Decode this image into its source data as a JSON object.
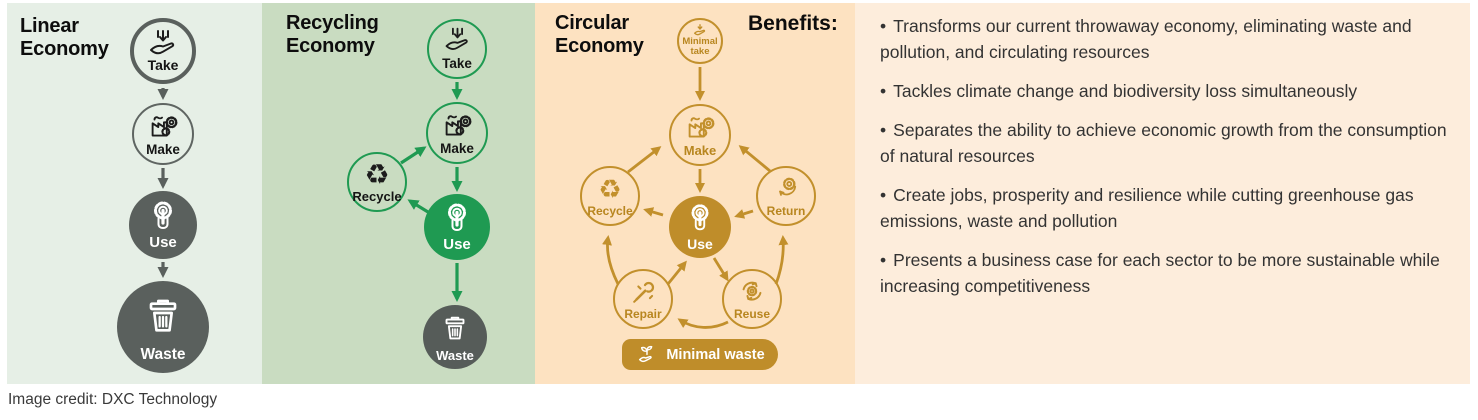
{
  "colors": {
    "linear_bg": "#e6efe6",
    "recycling_bg": "#c9dcc1",
    "circular_bg": "#fde2c1",
    "benefits_bg": "#fdeddc",
    "gray": "#5a605d",
    "green": "#1f9a52",
    "gold": "#c2902c",
    "gold_fill": "#bf8d2a",
    "waste_gray": "#565c59",
    "text": "#333333"
  },
  "linear": {
    "title": "Linear Economy",
    "nodes": [
      {
        "label": "Take",
        "icon": "hand-take-icon"
      },
      {
        "label": "Make",
        "icon": "factory-make-icon"
      },
      {
        "label": "Use",
        "icon": "gear-tap-icon"
      },
      {
        "label": "Waste",
        "icon": "trash-icon"
      }
    ]
  },
  "recycling": {
    "title": "Recycling Economy",
    "nodes": [
      {
        "label": "Take",
        "icon": "hand-take-icon"
      },
      {
        "label": "Make",
        "icon": "factory-make-icon"
      },
      {
        "label": "Recycle",
        "icon": "recycle-icon"
      },
      {
        "label": "Use",
        "icon": "gear-tap-icon"
      },
      {
        "label": "Waste",
        "icon": "trash-icon"
      }
    ]
  },
  "circular": {
    "title": "Circular Economy",
    "nodes": [
      {
        "label": "Minimal take",
        "icon": "hand-take-icon"
      },
      {
        "label": "Make",
        "icon": "factory-make-icon"
      },
      {
        "label": "Recycle",
        "icon": "recycle-icon"
      },
      {
        "label": "Return",
        "icon": "return-icon"
      },
      {
        "label": "Use",
        "icon": "gear-tap-icon"
      },
      {
        "label": "Repair",
        "icon": "repair-icon"
      },
      {
        "label": "Reuse",
        "icon": "reuse-icon"
      }
    ],
    "banner": "Minimal waste",
    "banner_icon": "plant-hand-icon"
  },
  "benefits": {
    "heading": "Benefits:",
    "bullet": "•",
    "items": [
      "Transforms our current throwaway economy, eliminating waste and pollution, and circulating resources",
      "Tackles climate change and biodiversity loss simultaneously",
      "Separates the ability to achieve economic growth from the consumption of natural resources",
      "Create jobs, prosperity and resilience while cutting greenhouse gas emissions, waste and pollution",
      "Presents a business case for each sector to be more sustainable while increasing competitiveness"
    ]
  },
  "footer": {
    "credit": "Image credit: DXC Technology"
  }
}
